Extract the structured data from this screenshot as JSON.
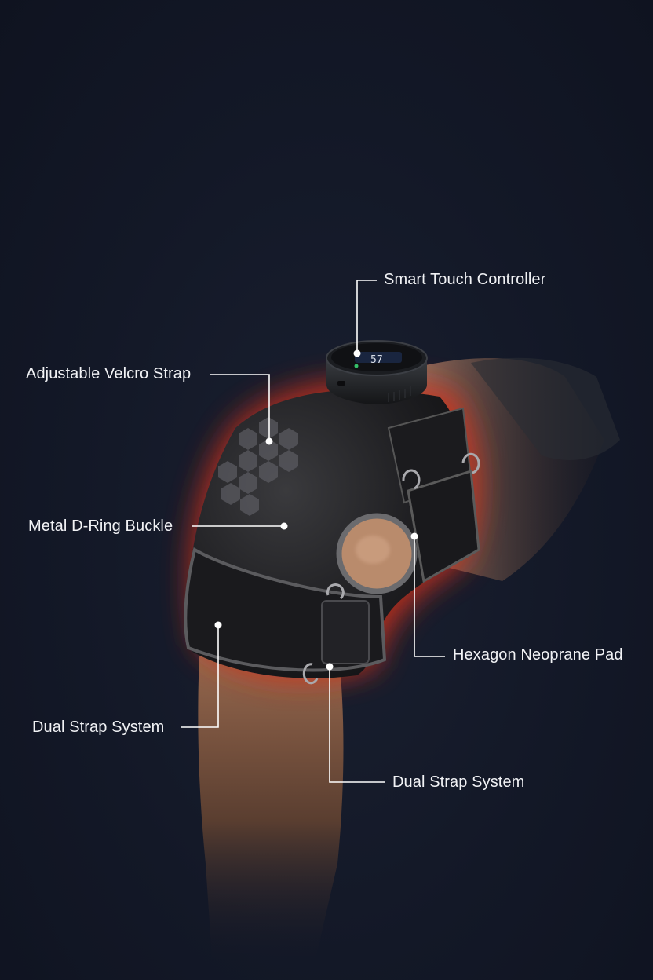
{
  "callouts": {
    "controller": "Smart Touch Controller",
    "velcro": "Adjustable Velcro Strap",
    "d_ring": "Metal D-Ring Buckle",
    "hexagon": "Hexagon Neoprane Pad",
    "dual_left": "Dual Strap System",
    "dual_bottom": "Dual Strap System"
  },
  "colors": {
    "background": "#121726",
    "glow": "#d2321e",
    "label_text": "#f1f2f5",
    "leader_line": "#ffffff"
  }
}
